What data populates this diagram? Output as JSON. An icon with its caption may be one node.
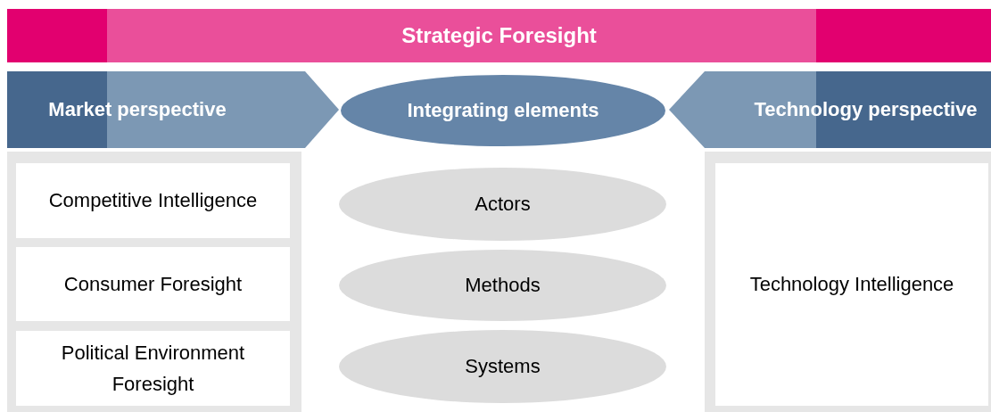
{
  "diagram": {
    "nodes": [
      {
        "text": [
          "Strategic Foresight"
        ]
      },
      {
        "text": [
          "Market perspective"
        ]
      },
      {
        "text": [
          "Integrating elements"
        ]
      },
      {
        "text": [
          "Technology perspective"
        ]
      },
      {
        "text": [],
        "shape": "box"
      },
      {
        "text": [
          "Competitive Intelligence"
        ],
        "in": 4
      },
      {
        "text": [
          "Consumer Foresight"
        ],
        "in": 4
      },
      {
        "text": [
          "Political Environment Foresight"
        ],
        "in": 4
      },
      {
        "text": [
          "Actors"
        ]
      },
      {
        "text": [
          "Methods"
        ]
      },
      {
        "text": [
          "Systems"
        ]
      },
      {
        "text": [],
        "shape": "box"
      },
      {
        "text": [
          "Technology Intelligence"
        ],
        "in": 11
      }
    ]
  }
}
